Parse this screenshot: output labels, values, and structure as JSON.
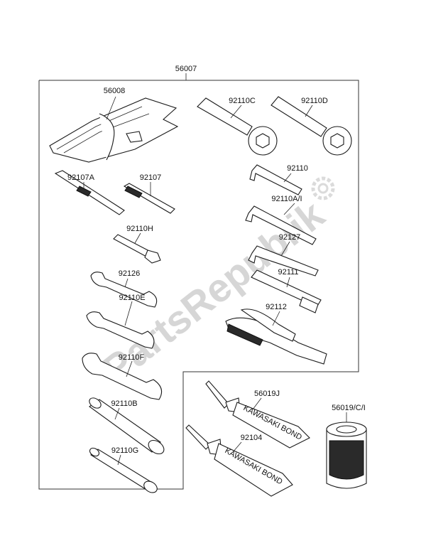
{
  "labels": {
    "assembly": "56007",
    "tool_bag": "56008",
    "wrench_c": "92110C",
    "wrench_d": "92110D",
    "screwdriver_a": "92107A",
    "screwdriver": "92107",
    "hex_key": "92110",
    "hex_key_ai": "92110A/I",
    "spanner_h": "92110H",
    "hex_key_2": "92127",
    "wrench_92126": "92126",
    "bar_92111": "92111",
    "wrench_e": "92110E",
    "pliers": "92112",
    "wrench_f": "92110F",
    "bond_j": "56019J",
    "oil_can": "56019/C/I",
    "socket_b": "92110B",
    "bond_92104": "92104",
    "socket_g": "92110G"
  },
  "tube_print": "KAWASAKI BOND",
  "watermark": "PartsRepublik",
  "colors": {
    "line": "#1a1a1a",
    "watermark": "#d6d6d6"
  }
}
